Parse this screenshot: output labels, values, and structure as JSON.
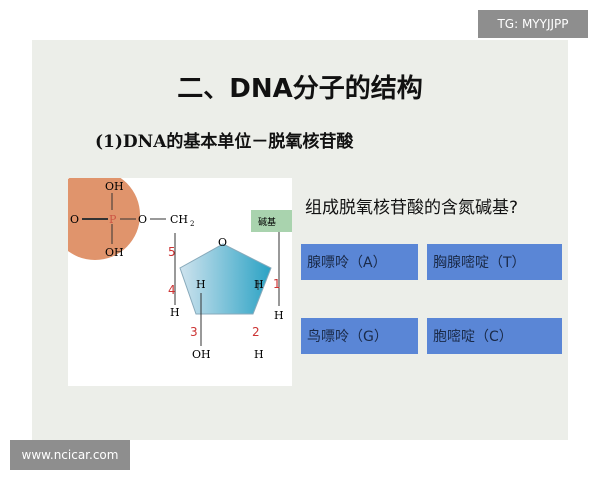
{
  "watermark_top": "TG: MYYJJPP",
  "watermark_bottom": "www.ncicar.com",
  "title": "二、DNA分子的结构",
  "subtitle": "(1)DNA的基本单位－脱氧核苷酸",
  "diagram": {
    "base_label": "碱基",
    "oh_top": "OH",
    "oh_bottom": "OH",
    "p": "P",
    "o": "O",
    "ch2": "CH",
    "ch2_sub": "2",
    "ring_o": "O",
    "h": "H",
    "oh3": "OH",
    "nums": [
      "1",
      "2",
      "3",
      "4",
      "5"
    ]
  },
  "question": "组成脱氧核苷酸的含氮碱基?",
  "options": [
    "腺嘌呤（A）",
    "胸腺嘧啶（T）",
    "鸟嘌呤（G）",
    "胞嘧啶（C）"
  ]
}
